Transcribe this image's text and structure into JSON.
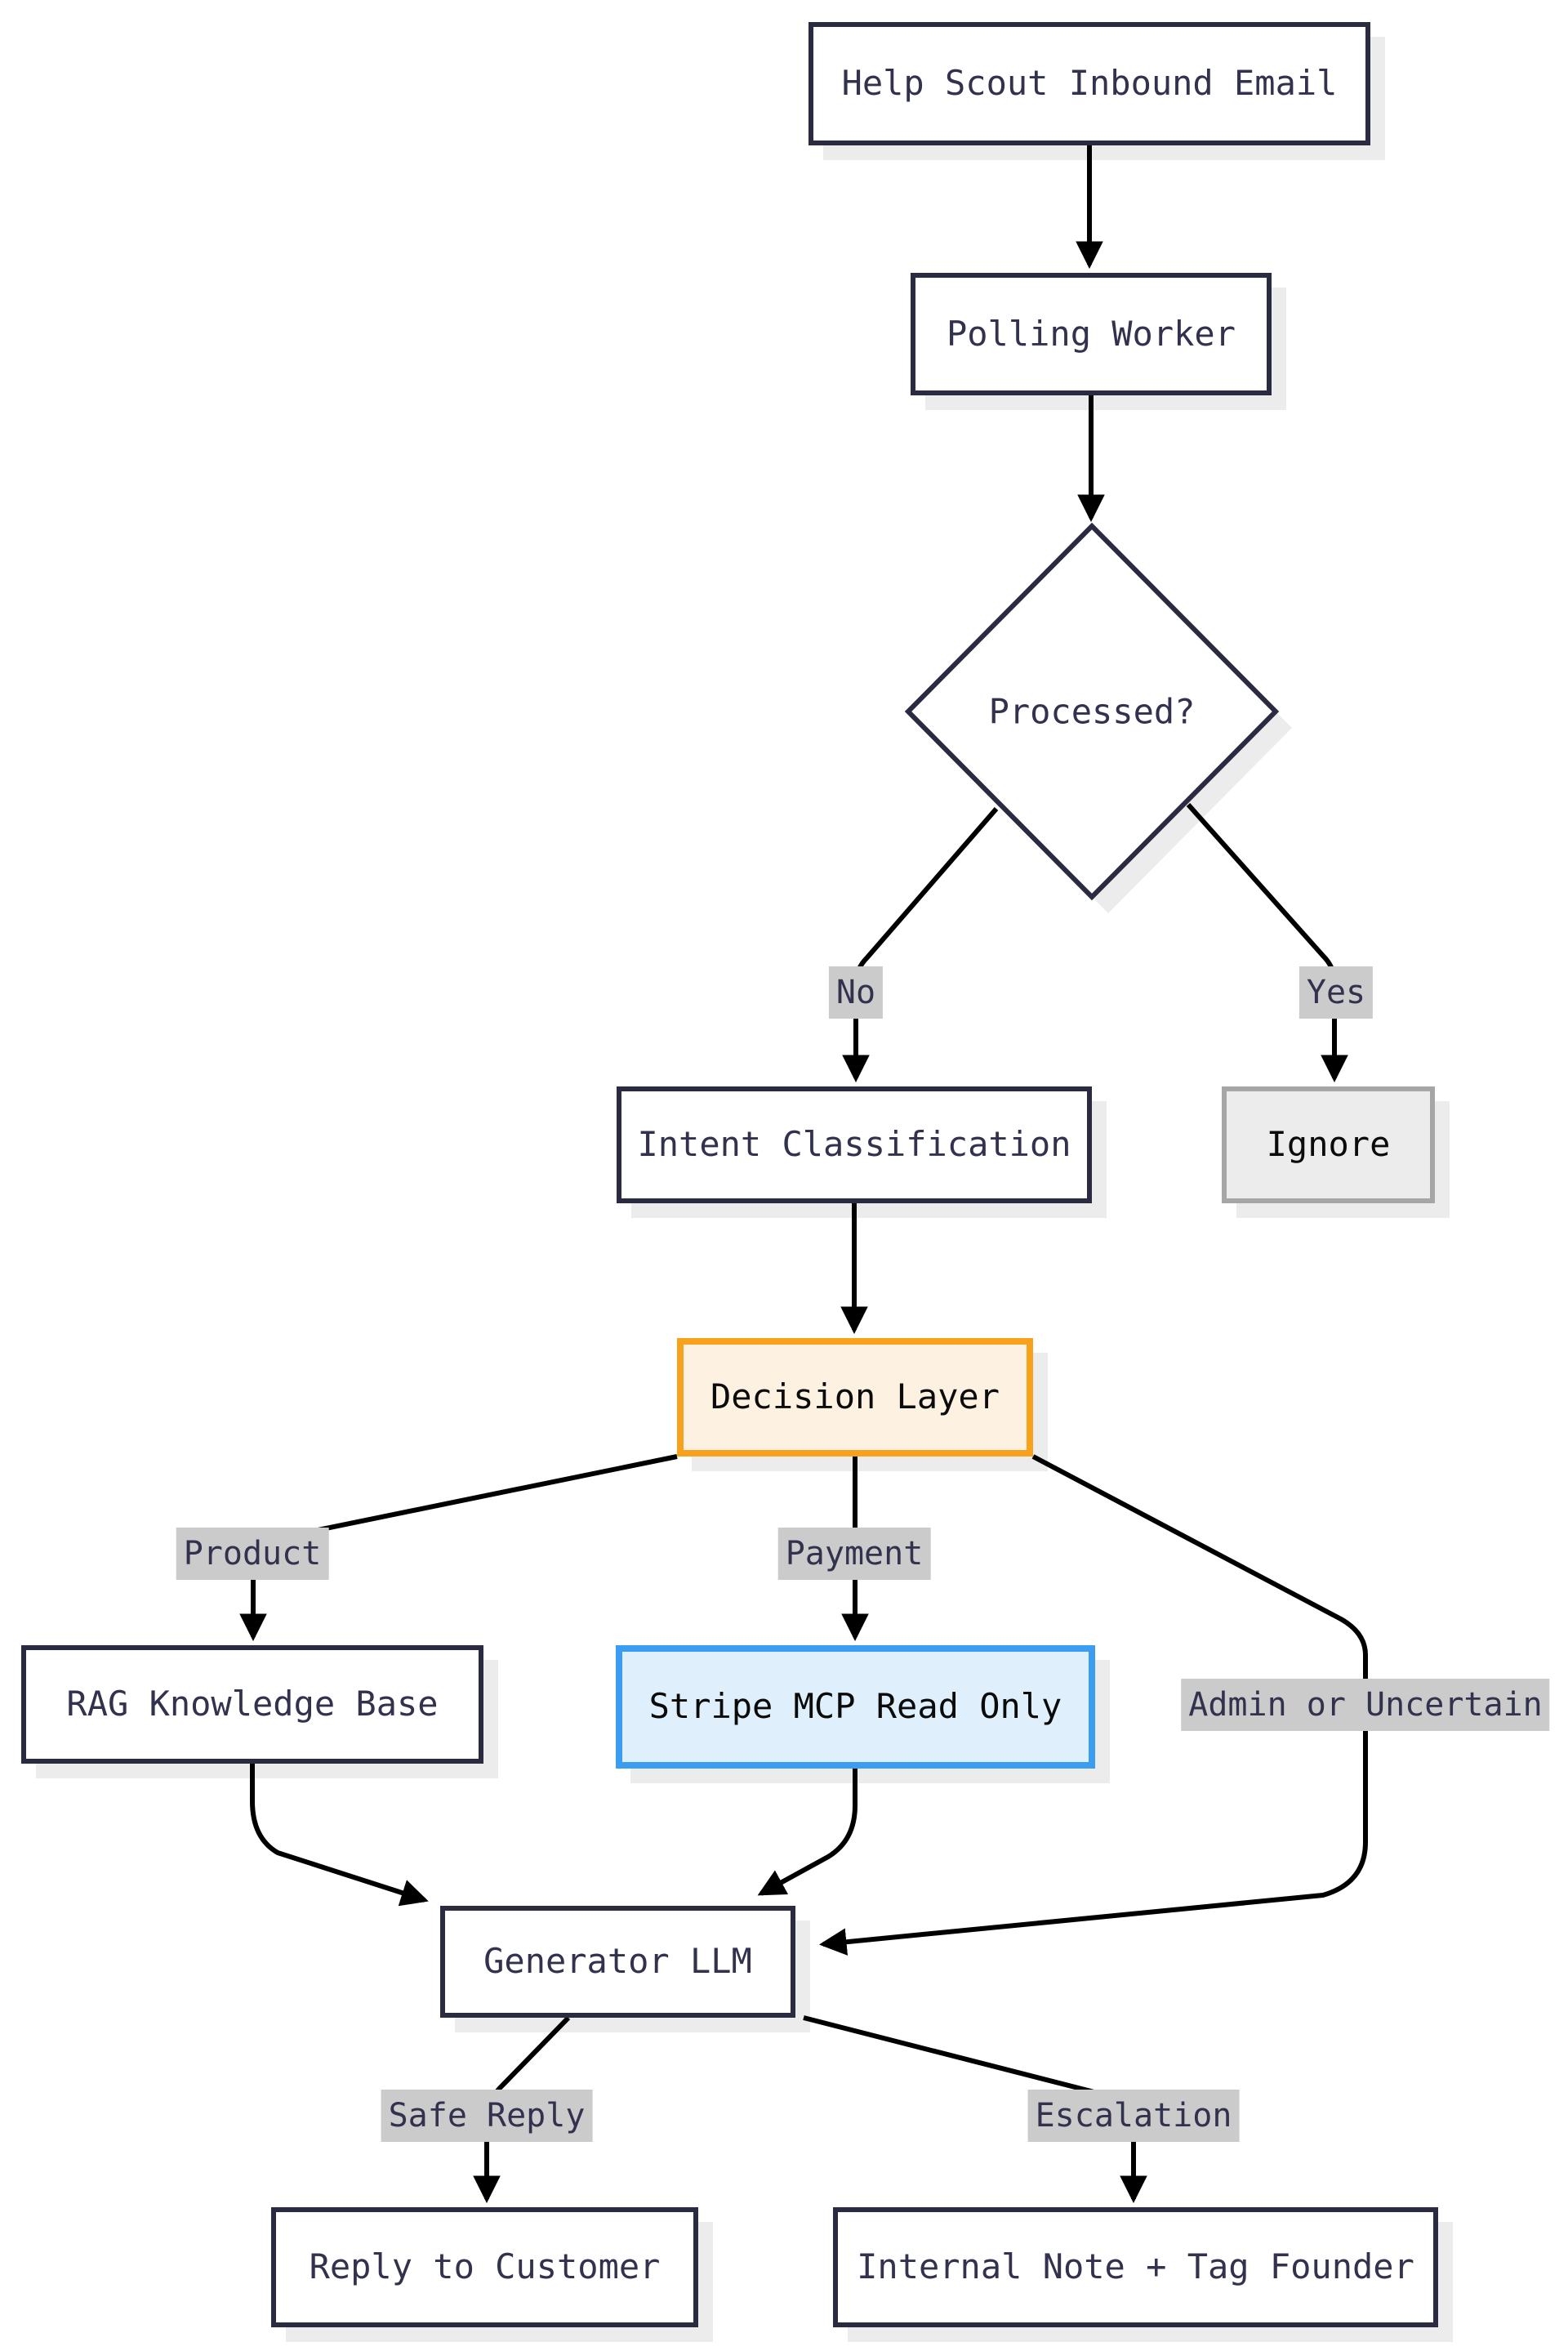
{
  "diagram": {
    "type": "flowchart",
    "direction": "top-down",
    "nodes": {
      "helpscout": {
        "label": "Help Scout Inbound Email",
        "style": "default"
      },
      "polling": {
        "label": "Polling Worker",
        "style": "default"
      },
      "processed": {
        "label": "Processed?",
        "style": "decision-diamond"
      },
      "intent": {
        "label": "Intent Classification",
        "style": "default"
      },
      "ignore": {
        "label": "Ignore",
        "style": "gray"
      },
      "decision": {
        "label": "Decision Layer",
        "style": "orange"
      },
      "rag": {
        "label": "RAG Knowledge Base",
        "style": "default"
      },
      "stripe": {
        "label": "Stripe MCP Read Only",
        "style": "blue"
      },
      "generator": {
        "label": "Generator LLM",
        "style": "default"
      },
      "reply": {
        "label": "Reply to Customer",
        "style": "default"
      },
      "internal": {
        "label": "Internal Note + Tag Founder",
        "style": "default"
      }
    },
    "edge_labels": {
      "no": "No",
      "yes": "Yes",
      "product": "Product",
      "payment": "Payment",
      "admin": "Admin or Uncertain",
      "safe_reply": "Safe Reply",
      "escalation": "Escalation"
    },
    "edges": [
      {
        "from": "Help Scout Inbound Email",
        "to": "Polling Worker",
        "label": ""
      },
      {
        "from": "Polling Worker",
        "to": "Processed?",
        "label": ""
      },
      {
        "from": "Processed?",
        "to": "Intent Classification",
        "label": "No"
      },
      {
        "from": "Processed?",
        "to": "Ignore",
        "label": "Yes"
      },
      {
        "from": "Intent Classification",
        "to": "Decision Layer",
        "label": ""
      },
      {
        "from": "Decision Layer",
        "to": "RAG Knowledge Base",
        "label": "Product"
      },
      {
        "from": "Decision Layer",
        "to": "Stripe MCP Read Only",
        "label": "Payment"
      },
      {
        "from": "Decision Layer",
        "to": "Generator LLM",
        "label": "Admin or Uncertain"
      },
      {
        "from": "RAG Knowledge Base",
        "to": "Generator LLM",
        "label": ""
      },
      {
        "from": "Stripe MCP Read Only",
        "to": "Generator LLM",
        "label": ""
      },
      {
        "from": "Generator LLM",
        "to": "Reply to Customer",
        "label": "Safe Reply"
      },
      {
        "from": "Generator LLM",
        "to": "Internal Note + Tag Founder",
        "label": "Escalation"
      }
    ],
    "colors": {
      "node_border": "#2a2a40",
      "node_fill": "#ffffff",
      "node_text": "#32324e",
      "edge_stroke": "#000000",
      "edge_label_bg": "#cbcbcb",
      "orange_border": "#f8a11c",
      "orange_fill": "#fdf1e1",
      "blue_border": "#3b9df2",
      "blue_fill": "#dfeffc",
      "gray_border": "#a6a6a6",
      "gray_fill": "#ececec",
      "shadow": "#ececec"
    }
  }
}
